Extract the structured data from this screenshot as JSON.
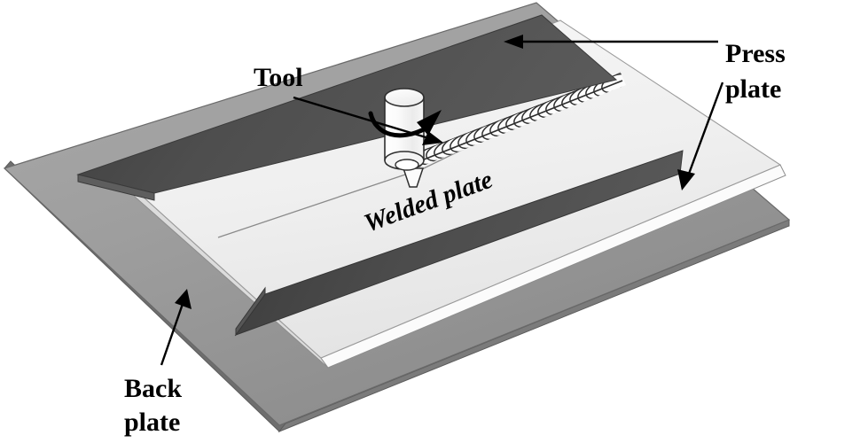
{
  "figure": {
    "kind": "friction-stir-welding-setup-diagram",
    "background_color": "#ffffff"
  },
  "labels": {
    "tool": "Tool",
    "press_plate_line1": "Press",
    "press_plate_line2": "plate",
    "welded_plate": "Welded plate",
    "back_plate_line1": "Back",
    "back_plate_line2": "plate"
  },
  "colors": {
    "back_plate_top_light": "#a3a3a3",
    "back_plate_top_dark": "#8e8e8e",
    "back_plate_edge": "#767676",
    "press_plate_dark": "#4c4c4c",
    "press_plate_dark2": "#3f3f3f",
    "press_plate_side": "#6f6f6f",
    "welded_plate_top": "#f2f2f2",
    "welded_plate_top2": "#e8e8e8",
    "welded_plate_edge": "#fbfbfb",
    "tool_body_light": "#fafafa",
    "tool_body_shade": "#ececec",
    "outline": "#3a3a3a",
    "leader_line": "#000000",
    "text": "#000000"
  },
  "parts": [
    {
      "name": "back-plate",
      "label": "Back plate",
      "shade": "gray"
    },
    {
      "name": "welded-plate",
      "label": "Welded plate",
      "shade": "light"
    },
    {
      "name": "press-plate-upper",
      "label": "Press plate",
      "shade": "dark"
    },
    {
      "name": "press-plate-lower",
      "label": "Press plate",
      "shade": "dark"
    },
    {
      "name": "fsw-tool",
      "label": "Tool",
      "shade": "light"
    },
    {
      "name": "weld-bead",
      "label": "weld seam",
      "shade": "outline"
    }
  ],
  "weld_bead": {
    "ring_count": 26,
    "description": "overlapping arc rings forming friction stir weld seam"
  },
  "rotation_arrow": {
    "description": "curved arrow around tool indicating spindle rotation"
  }
}
